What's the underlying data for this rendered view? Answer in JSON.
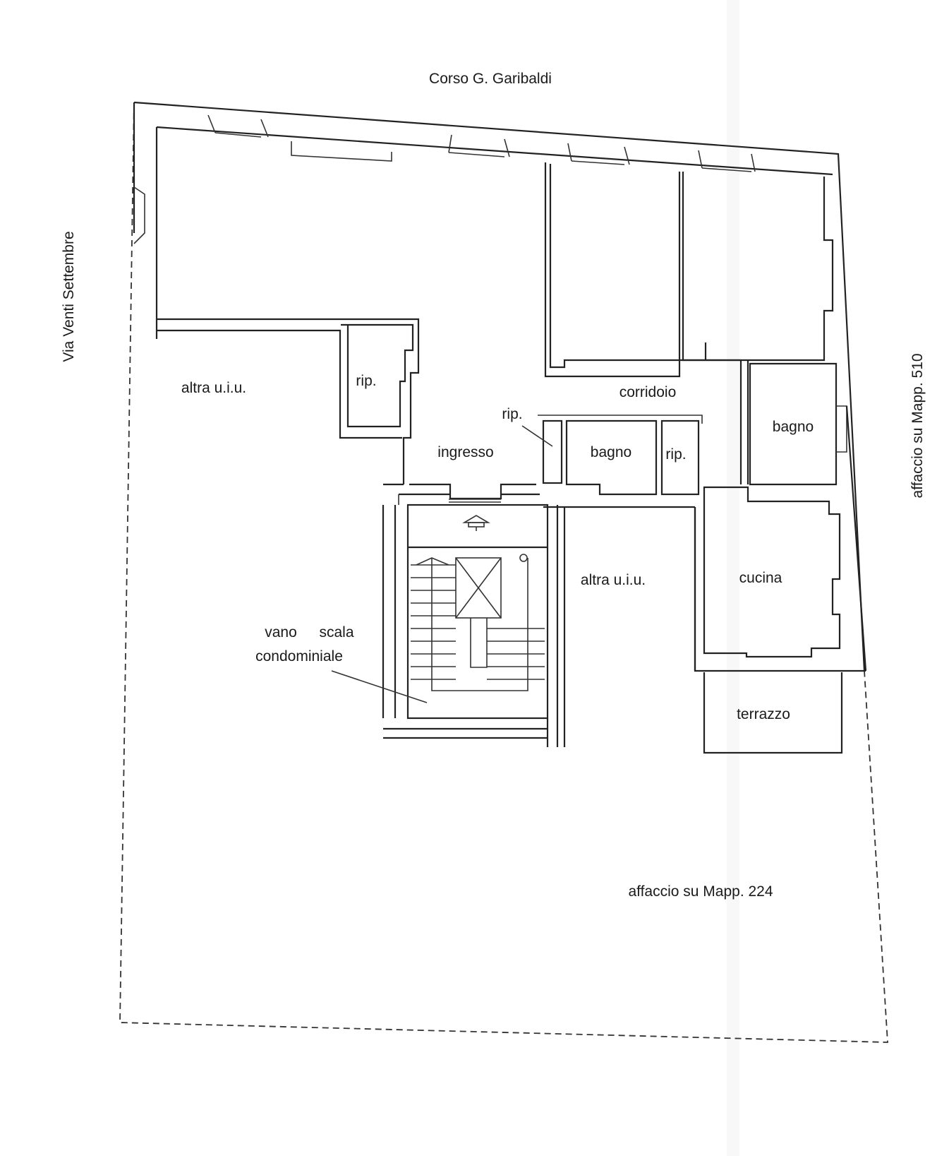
{
  "streets": {
    "top": "Corso G. Garibaldi",
    "left": "Via Venti Settembre",
    "right": "affaccio su Mapp. 510",
    "bottom": "affaccio su Mapp. 224"
  },
  "rooms": {
    "altra_uiu_left": "altra u.i.u.",
    "rip_left": "rip.",
    "ingresso": "ingresso",
    "rip_corridor": "rip.",
    "corridoio": "corridoio",
    "bagno_center": "bagno",
    "rip_center": "rip.",
    "bagno_right": "bagno",
    "altra_uiu_center": "altra u.i.u.",
    "cucina": "cucina",
    "terrazzo": "terrazzo"
  },
  "stair": {
    "line1_a": "vano",
    "line1_b": "scala",
    "line2": "condominiale"
  },
  "icons": {
    "stair_marker": "house-arrow-icon",
    "elevator": "elevator-cross-icon"
  },
  "colors": {
    "line": "#222222",
    "background": "#ffffff"
  }
}
